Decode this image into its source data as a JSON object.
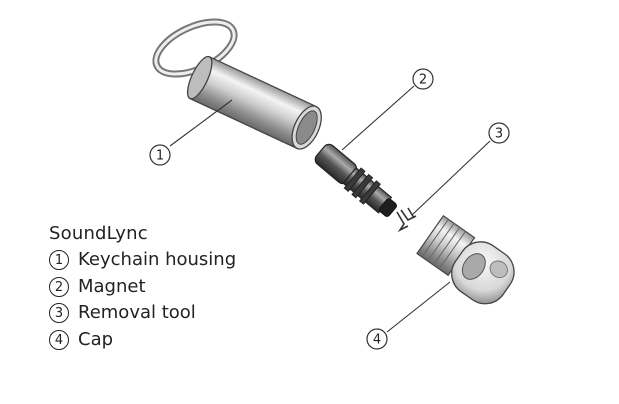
{
  "legend": {
    "title": "SoundLync",
    "items": [
      {
        "num": "1",
        "label": "Keychain housing"
      },
      {
        "num": "2",
        "label": "Magnet"
      },
      {
        "num": "3",
        "label": "Removal tool"
      },
      {
        "num": "4",
        "label": "Cap"
      }
    ]
  },
  "callouts": [
    {
      "num": "1"
    },
    {
      "num": "2"
    },
    {
      "num": "3"
    },
    {
      "num": "4"
    }
  ]
}
